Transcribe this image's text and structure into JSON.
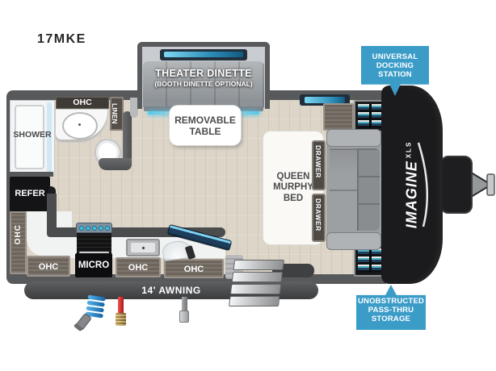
{
  "title": "17MKE",
  "colors": {
    "callout_blue": "#3b9cc8",
    "glow_cyan": "#45c8f2",
    "wall_gray": "#58595b",
    "floor_beige": "#dcd5c8",
    "front_cap_black": "#1b1b1d"
  },
  "slideout": {
    "label_line1": "THEATER DINETTE",
    "label_line2": "(BOOTH DINETTE OPTIONAL)"
  },
  "living": {
    "removable_table": "REMOVABLE TABLE",
    "bed_line1": "QUEEN",
    "bed_line2": "MURPHY",
    "bed_line3": "BED",
    "drawer1": "DRAWER",
    "drawer2": "DRAWER"
  },
  "bathroom": {
    "shower": "SHOWER",
    "ohc": "OHC",
    "linen": "LINEN"
  },
  "kitchen": {
    "refer": "REFER",
    "ohc_left": "OHC",
    "cabinets": [
      "OHC",
      "MICRO",
      "OHC",
      "OHC"
    ]
  },
  "exterior": {
    "awning": "14' AWNING",
    "brand": "IMAGINE",
    "brand_sub": "XLS"
  },
  "callouts": {
    "docking": {
      "lines": [
        "UNIVERSAL",
        "DOCKING",
        "STATION"
      ]
    },
    "storage": {
      "lines": [
        "UNOBSTRUCTED",
        "PASS-THRU",
        "STORAGE"
      ]
    }
  }
}
